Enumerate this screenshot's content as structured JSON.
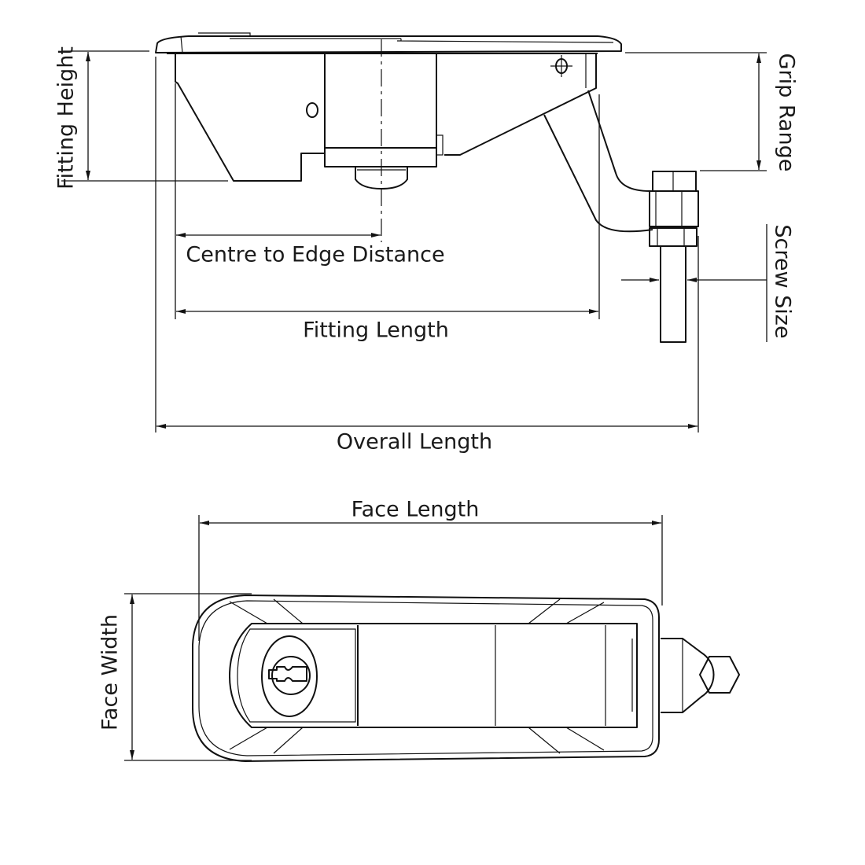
{
  "title": "Latch dimension drawing",
  "side_view": {
    "labels": {
      "fitting_height": "Fitting Height",
      "grip_range": "Grip Range",
      "centre_to_edge": "Centre to Edge Distance",
      "screw_size": "Screw Size",
      "fitting_length": "Fitting Length",
      "overall_length": "Overall Length"
    }
  },
  "front_view": {
    "labels": {
      "face_length": "Face Length",
      "face_width": "Face Width"
    }
  },
  "colors": {
    "line": "#111111",
    "background": "#ffffff"
  }
}
